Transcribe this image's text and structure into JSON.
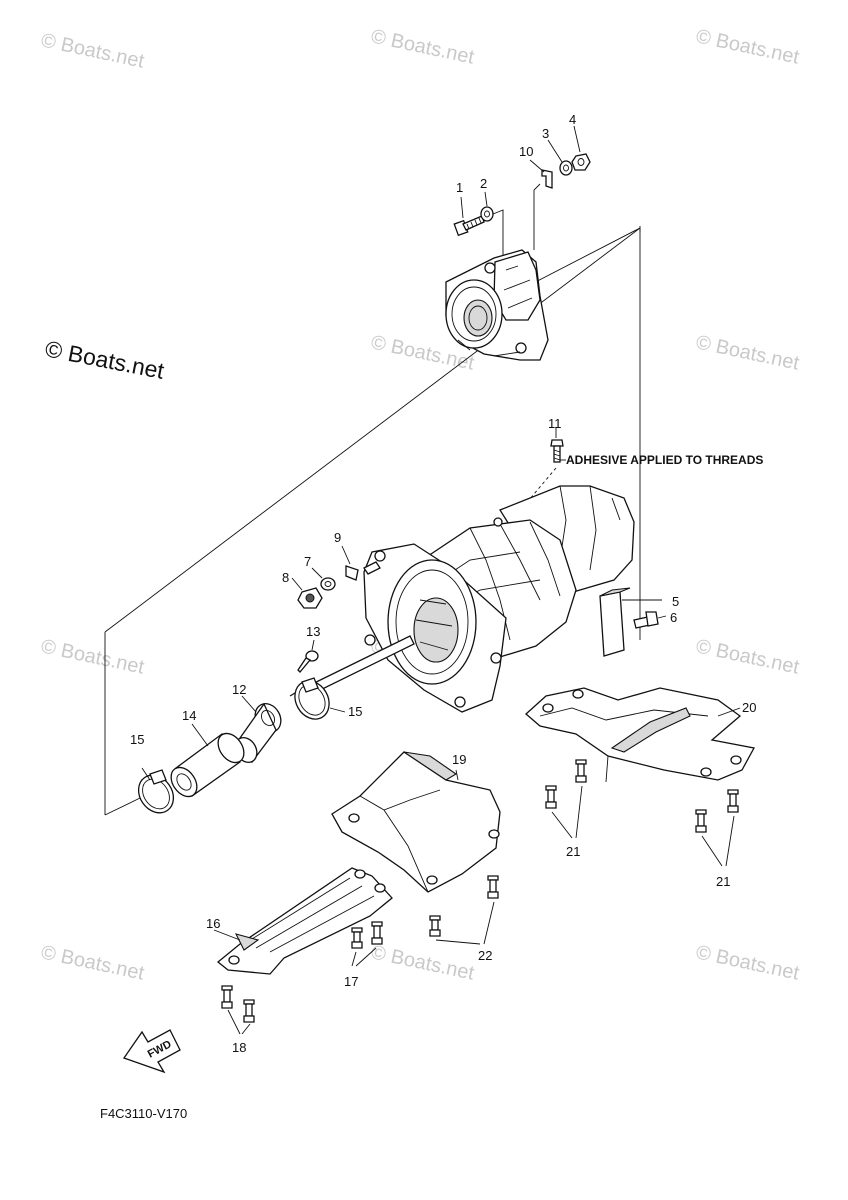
{
  "watermarks": {
    "text": "© Boats.net",
    "main_text": "© Boats.net"
  },
  "labels": {
    "p1": "1",
    "p2": "2",
    "p3": "3",
    "p4": "4",
    "p5": "5",
    "p6": "6",
    "p7": "7",
    "p8": "8",
    "p9": "9",
    "p10": "10",
    "p11": "11",
    "p12": "12",
    "p13": "13",
    "p14": "14",
    "p15a": "15",
    "p15b": "15",
    "p16": "16",
    "p17": "17",
    "p18": "18",
    "p19": "19",
    "p20": "20",
    "p21a": "21",
    "p21b": "21",
    "p22": "22"
  },
  "annotation": "ADHESIVE APPLIED TO THREADS",
  "fwd_label": "FWD",
  "diagram_code": "F4C3110-V170"
}
